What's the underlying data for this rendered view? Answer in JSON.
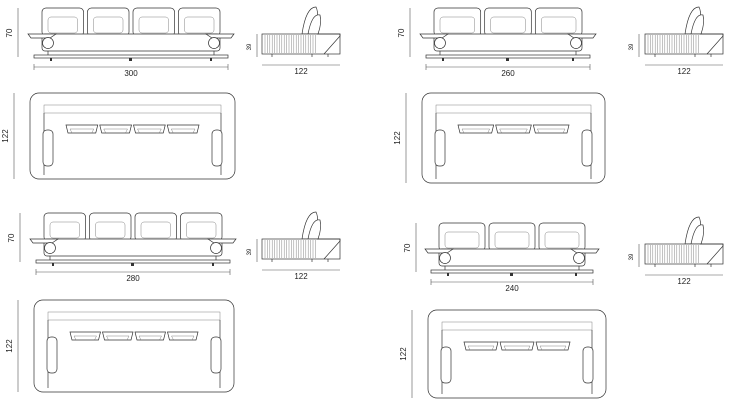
{
  "variants": [
    {
      "seats": 4,
      "width_label": "300",
      "height_label": "70",
      "side_depth_label": "122",
      "side_height_label": "39",
      "plan_depth_label": "122"
    },
    {
      "seats": 3,
      "width_label": "260",
      "height_label": "70",
      "side_depth_label": "122",
      "side_height_label": "39",
      "plan_depth_label": "122"
    },
    {
      "seats": 4,
      "width_label": "280",
      "height_label": "70",
      "side_depth_label": "122",
      "side_height_label": "39",
      "plan_depth_label": "122"
    },
    {
      "seats": 3,
      "width_label": "240",
      "height_label": "70",
      "side_depth_label": "122",
      "side_height_label": "39",
      "plan_depth_label": "122"
    }
  ]
}
